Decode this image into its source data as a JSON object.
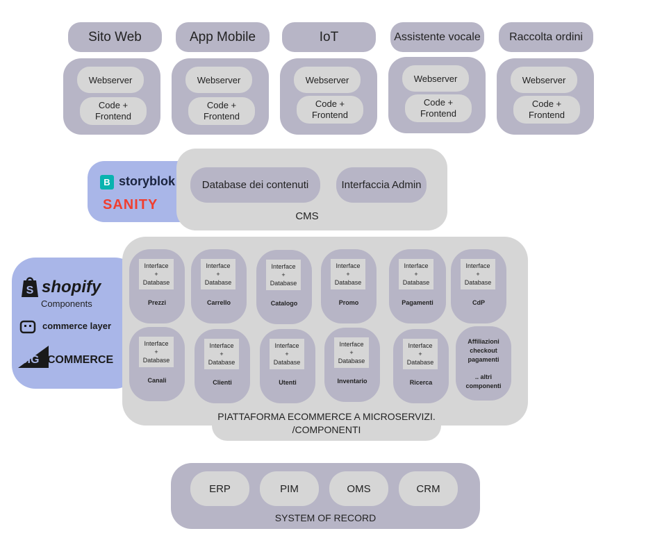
{
  "channels": [
    {
      "title": "Sito Web",
      "webserver": "Webserver",
      "code_l1": "Code +",
      "code_l2": "Frontend"
    },
    {
      "title": "App Mobile",
      "webserver": "Webserver",
      "code_l1": "Code +",
      "code_l2": "Frontend"
    },
    {
      "title": "IoT",
      "webserver": "Webserver",
      "code_l1": "Code +",
      "code_l2": "Frontend"
    },
    {
      "title": "Assistente vocale",
      "webserver": "Webserver",
      "code_l1": "Code +",
      "code_l2": "Frontend"
    },
    {
      "title": "Raccolta ordini",
      "webserver": "Webserver",
      "code_l1": "Code +",
      "code_l2": "Frontend"
    }
  ],
  "cms": {
    "database": "Database dei contenuti",
    "admin": "Interfaccia Admin",
    "label": "CMS",
    "logo_storyblok": "storyblok",
    "logo_storyblok_mark": "B",
    "logo_sanity": "SANITY"
  },
  "ecommerce": {
    "logo_shopify": "shopify",
    "logo_shopify_sub": "Components",
    "logo_commercelayer": "commerce layer",
    "logo_big": "BIG",
    "logo_commerce": "COMMERCE",
    "label_l1": "PIATTAFORMA ECOMMERCE A MICROSERVIZI.",
    "label_l2": "/COMPONENTI",
    "component_l1": "Interface",
    "component_l2": "+",
    "component_l3": "Database",
    "components": [
      "Prezzi",
      "Carrello",
      "Catalogo",
      "Promo",
      "Pagamenti",
      "CdP",
      "Canali",
      "Clienti",
      "Utenti",
      "Inventario",
      "Ricerca"
    ],
    "special_l1": "Affiliazioni",
    "special_l2": "checkout",
    "special_l3": "pagamenti",
    "special_l4": ".. altri",
    "special_l5": "componenti"
  },
  "system_of_record": {
    "label": "SYSTEM OF RECORD",
    "items": [
      "ERP",
      "PIM",
      "OMS",
      "CRM"
    ]
  },
  "colors": {
    "lavender": "#b7b5c6",
    "light_gray": "#d6d6d6",
    "vendor_blue": "#a9b6e8",
    "storyblok_teal": "#09b3af",
    "sanity_red": "#f03e2f"
  }
}
